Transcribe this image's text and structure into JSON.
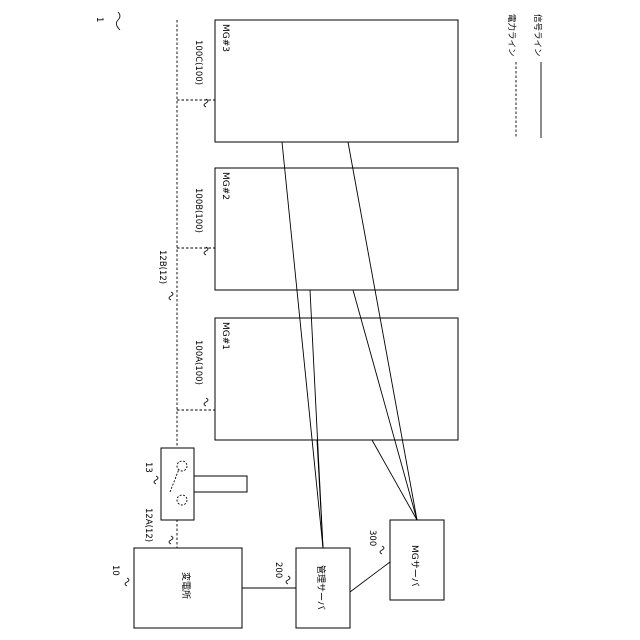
{
  "legend": {
    "power_line": "電力ライン",
    "signal_line": "信号ライン"
  },
  "system_ref": "1",
  "substation": {
    "ref": "10",
    "label": "変電所"
  },
  "switch": {
    "ref": "13"
  },
  "line_12A": "12A(12)",
  "line_12B": "12B(12)",
  "mg_blocks": [
    {
      "ref": "100A(100)",
      "label": "MG#1"
    },
    {
      "ref": "100B(100)",
      "label": "MG#2"
    },
    {
      "ref": "100C(100)",
      "label": "MG#3"
    }
  ],
  "management_server": {
    "ref": "200",
    "label": "管理サーバ"
  },
  "mg_server": {
    "ref": "300",
    "label": "MGサーバ"
  }
}
